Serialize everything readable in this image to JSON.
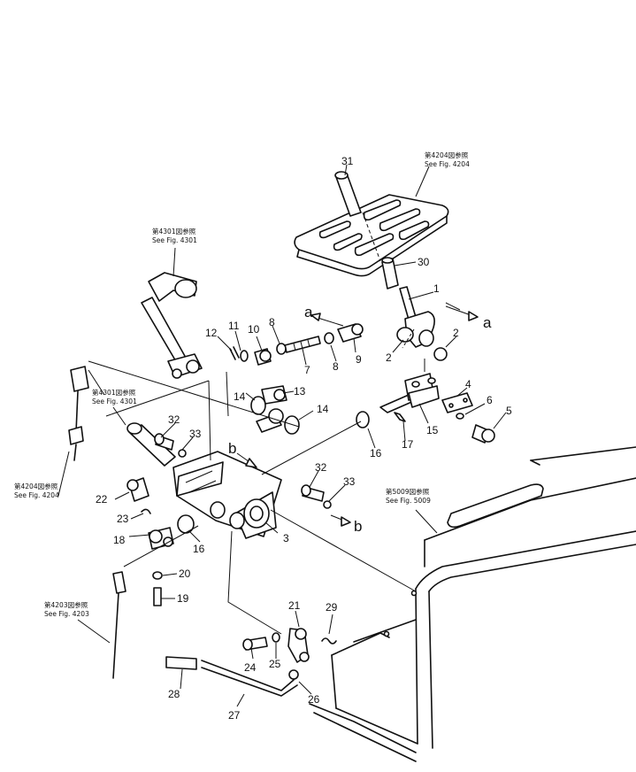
{
  "diagram": {
    "references": [
      {
        "id": "ref-4204-top",
        "jp": "第4204図参照",
        "en": "See Fig. 4204"
      },
      {
        "id": "ref-4301-top",
        "jp": "第4301図参照",
        "en": "See Fig. 4301"
      },
      {
        "id": "ref-4301-mid",
        "jp": "第4301図参照",
        "en": "See Fig. 4301"
      },
      {
        "id": "ref-4204-left",
        "jp": "第4204図参照",
        "en": "See Fig. 4204"
      },
      {
        "id": "ref-5009",
        "jp": "第5009図参照",
        "en": "See Fig. 5009"
      },
      {
        "id": "ref-4203",
        "jp": "第4203図参照",
        "en": "See Fig. 4203"
      }
    ],
    "letters": {
      "a1": "a",
      "a2": "a",
      "b1": "b",
      "b2": "b"
    },
    "parts": {
      "p31": "31",
      "p30": "30",
      "p1": "1",
      "p2a": "2",
      "p2b": "2",
      "p4": "4",
      "p5": "5",
      "p6": "6",
      "p15": "15",
      "p17": "17",
      "p16a": "16",
      "p7": "7",
      "p8a": "8",
      "p8b": "8",
      "p9": "9",
      "p10": "10",
      "p11": "11",
      "p12": "12",
      "p13": "13",
      "p14a": "14",
      "p14b": "14",
      "p32a": "32",
      "p33a": "33",
      "p32b": "32",
      "p33b": "33",
      "p3": "3",
      "p16b": "16",
      "p18": "18",
      "p20": "20",
      "p19": "19",
      "p22": "22",
      "p23": "23",
      "p21": "21",
      "p29": "29",
      "p24": "24",
      "p25": "25",
      "p26": "26",
      "p27": "27",
      "p28": "28"
    }
  }
}
